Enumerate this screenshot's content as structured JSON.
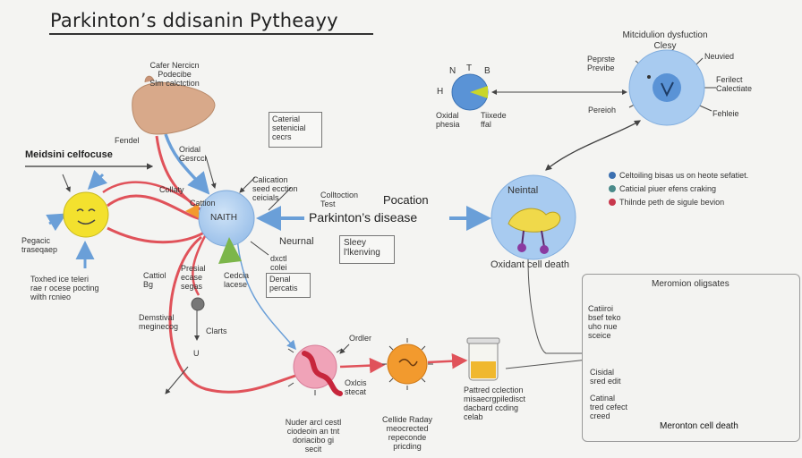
{
  "title": "Parkinton’s ddisanin Pytheayy",
  "center": {
    "node_label": "NAITH",
    "disease_label": "Parkinton’s disease",
    "pocation_label": "Pocation",
    "collection_label": "Colltoction\nTest",
    "neurnal_label": "Neurnal",
    "sleep_box": "Sleey\nl'lkenving"
  },
  "left": {
    "organ_label": "Cafer Nercicn\nPodecibe\nSlm calctction",
    "fendel": "Fendel",
    "oridal": "Oridal\nGesrccl",
    "section_label": "Meidsini celfocuse",
    "collaty": "Collaty",
    "cattion": "Cattion",
    "sensor_label": "Pegacic\ntraseqaep",
    "toxhed": "Toxhed ice teleri\nrae r ocese pocting\nwilth rcnieo",
    "caterial": "Caterial\nsetenicial\ncecrs",
    "calication": "Calication\nseed ecction\nceicials"
  },
  "lower": {
    "cattiol_bg": "Cattiol\nBg",
    "presial": "Presial\necase\nsegas",
    "cedcia": "Cedcia\nlacese",
    "demstival": "Demstival\nmeginecog",
    "clarts": "Clarts",
    "u_label": "U",
    "dx": "dxctl\ncolei",
    "denal": "Denal\npercatis",
    "order": "Ordler",
    "oxlcis": "Oxlcis\nstecat",
    "nuder": "Nuder arcl cestl\nciodeoin an tnt\ndoriacibo gi\nsecit",
    "cellide": "Cellide Raday\nmeocrected\nrepeconde\npricding",
    "pattred": "Pattred cclection\nmisaecrgpiledisct\ndacbard ccding\ncelab"
  },
  "top_right": {
    "section_title": "Mitcidulion dysfuction\nClesy",
    "n": "N",
    "t": "T",
    "b": "B",
    "h": "H",
    "oxidal": "Oxidal\nphesia",
    "tiixede": "Tiixede\nffal",
    "pepreste": "Peprste\nPrevibe",
    "neuvied": "Neuvied",
    "ferilect": "Ferilect\nCalectiate",
    "pereioh": "Pereioh",
    "fehleie": "Fehleie"
  },
  "right_mid": {
    "neintal": "Neintal",
    "oxidant": "Oxidant cell death",
    "legend": [
      {
        "text": "Celtoiling bisas us on heote sefatiet.",
        "color": "#3b6fb0"
      },
      {
        "text": "Caticial piuer efens craking",
        "color": "#4a8a8a"
      },
      {
        "text": "Thilnde peth de sigule bevion",
        "color": "#c8374c"
      }
    ]
  },
  "panel": {
    "title": "Meromion oligsates",
    "top_labels": "Catiiroi\nbsef teko\nuho nue\nsceice",
    "mid_labels": "Cisidal\nsred edit",
    "low_labels": "Catinal\ntred cefect\ncreed",
    "bottom_caption": "Meronton cell death"
  },
  "colors": {
    "arrow_red": "#e0525a",
    "arrow_blue": "#6a9fd8",
    "yellow": "#f3e12e",
    "blue_node": "#a8cbf0",
    "orange": "#f29a2e",
    "pink": "#f0a3b8",
    "brain": "#e8878f"
  },
  "icons": [
    "liver-icon",
    "face-icon",
    "mitochondria-icon",
    "brain-icon",
    "vial-icon",
    "neuron-icon"
  ]
}
